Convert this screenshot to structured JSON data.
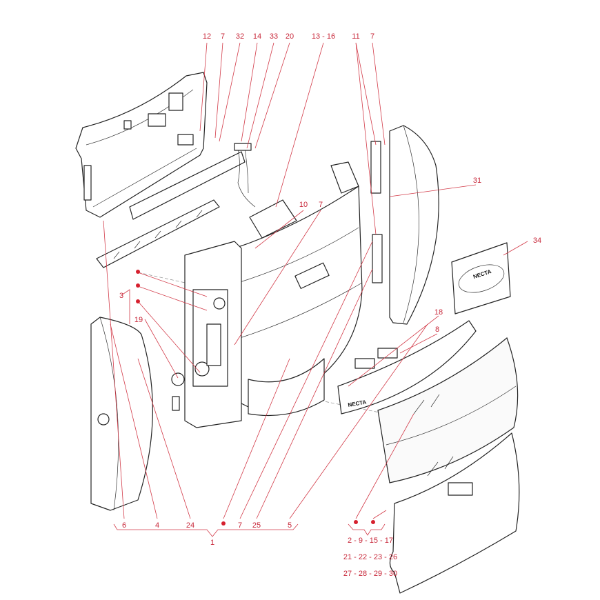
{
  "diagram": {
    "top_labels": [
      "12",
      "7",
      "32",
      "14",
      "33",
      "20",
      "13 - 16",
      "11",
      "7"
    ],
    "side_labels": {
      "l31": "31",
      "l34": "34",
      "l10": "10",
      "l7a": "7",
      "l18": "18",
      "l8": "8",
      "l3": "3",
      "l19": "19"
    },
    "bottom_labels": [
      "6",
      "4",
      "24",
      "7",
      "25",
      "5"
    ],
    "group_label": "1",
    "kit_lines": [
      "2 - 9 - 15 - 17",
      "21 - 22 - 23 - 26",
      "27 - 28 - 29 - 30"
    ],
    "brand_logo": "NECTA",
    "colors": {
      "label": "#c8283a",
      "dot": "#d6202e"
    }
  }
}
